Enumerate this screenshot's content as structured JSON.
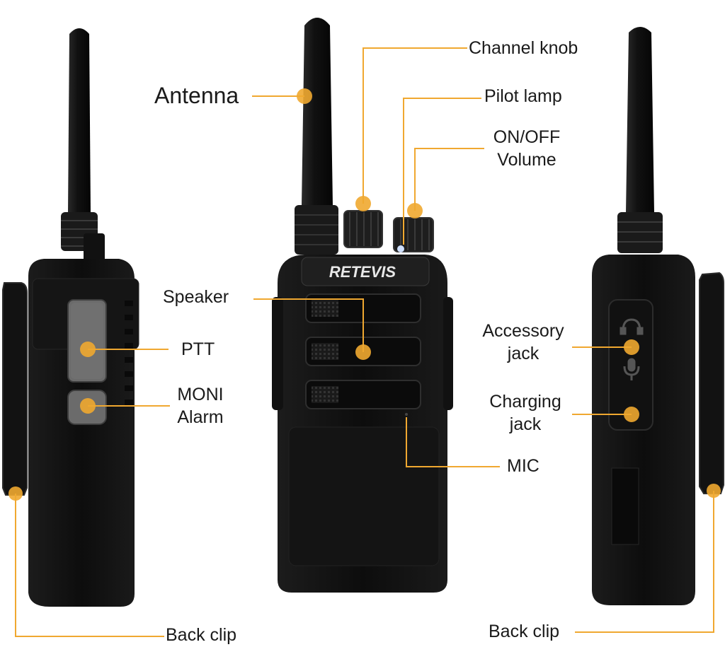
{
  "brand": "RETEVIS",
  "colors": {
    "leader": "#F0A830",
    "dot": "#F0A830",
    "radio_body": "#141414",
    "radio_edge": "#2a2a2a",
    "button_gray": "#6b6b6b",
    "text": "#1a1a1a"
  },
  "labels": {
    "antenna": "Antenna",
    "channel_knob": "Channel knob",
    "pilot_lamp": "Pilot lamp",
    "on_off": "ON/OFF",
    "volume": "Volume",
    "speaker": "Speaker",
    "ptt": "PTT",
    "moni": "MONI",
    "alarm": "Alarm",
    "accessory": "Accessory",
    "accessory_jack": "jack",
    "charging": "Charging",
    "charging_jack": "jack",
    "mic": "MIC",
    "back_clip_left": "Back clip",
    "back_clip_right": "Back clip"
  },
  "icons": [
    "headphone-icon",
    "microphone-icon"
  ]
}
